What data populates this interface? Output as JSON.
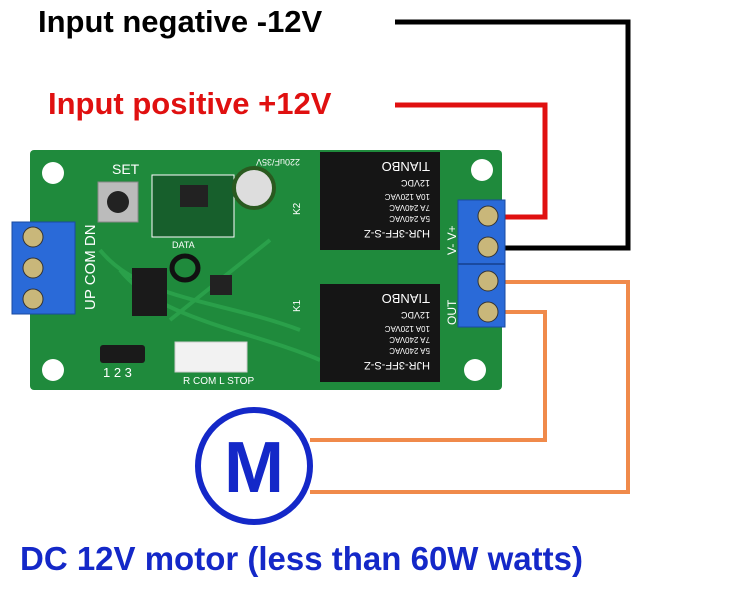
{
  "labels": {
    "input_negative": "Input negative -12V",
    "input_positive": "Input positive +12V",
    "motor_caption": "DC 12V motor (less than 60W watts)",
    "motor_symbol": "M"
  },
  "board": {
    "set": "SET",
    "left_terminals": "UP COM DN",
    "capacitor": "220uF/35V",
    "data": "DATA",
    "k1": "K1",
    "k2": "K2",
    "power": "V- V+",
    "out": "OUT",
    "jumper": "1 2 3",
    "connector": "R COM L STOP",
    "relay_model": "HJR-3FF-S-Z",
    "relay_brand": "TIANBO",
    "relay_voltage": "12VDC",
    "relay_rating_1": "10A 120VAC",
    "relay_rating_2": "7A 240VAC",
    "relay_rating_3": "5A 240VAC"
  },
  "colors": {
    "negative_wire": "#000000",
    "positive_wire": "#e01010",
    "motor_wire": "#f08a4b",
    "motor": "#1428c8",
    "pcb": "#1f8a3c"
  }
}
